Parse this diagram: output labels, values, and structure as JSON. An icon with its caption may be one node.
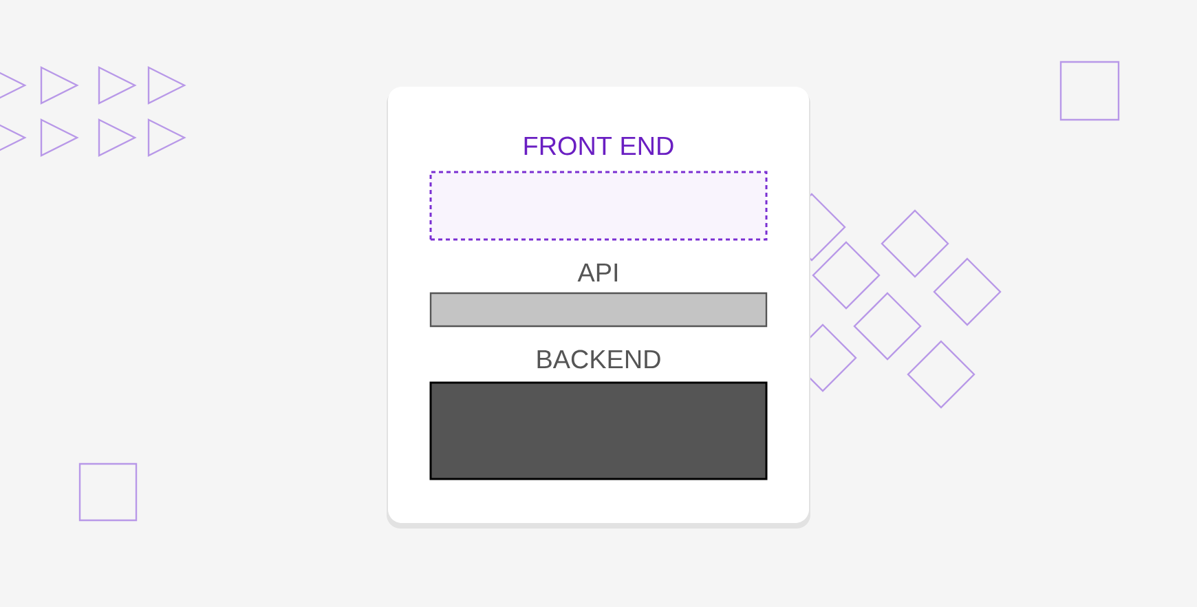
{
  "diagram": {
    "nodes": [
      {
        "text": [],
        "shape": "box"
      },
      {
        "text": [
          "FRONT END"
        ],
        "in": 0
      },
      {
        "text": [
          "API"
        ],
        "in": 0
      },
      {
        "text": [
          "BACKEND"
        ],
        "in": 0
      }
    ]
  }
}
